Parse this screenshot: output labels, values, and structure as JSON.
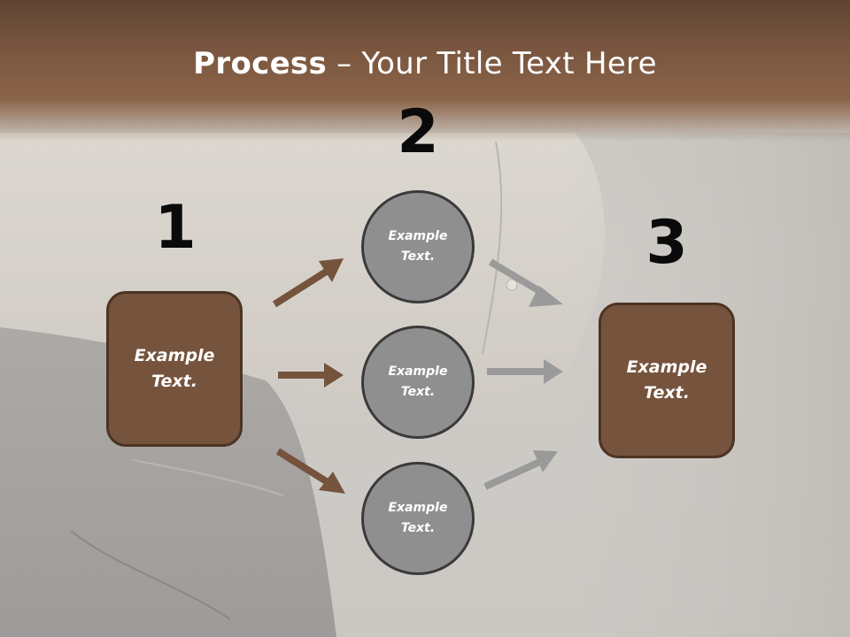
{
  "title": {
    "bold": "Process",
    "rest": " – Your Title Text Here"
  },
  "steps": [
    {
      "number": "1",
      "box_line1": "Example",
      "box_line2": "Text."
    },
    {
      "number": "2"
    },
    {
      "number": "3",
      "box_line1": "Example",
      "box_line2": "Text."
    }
  ],
  "circles": [
    {
      "line1": "Example",
      "line2": "Text."
    },
    {
      "line1": "Example",
      "line2": "Text."
    },
    {
      "line1": "Example",
      "line2": "Text."
    }
  ],
  "colors": {
    "box_fill": "#76533d",
    "box_border": "#4c3323",
    "circle_fill": "#8f8f8f",
    "circle_border": "#3a3a3a",
    "arrow_brown": "#76533d",
    "arrow_gray": "#9a9a9a",
    "header": "#7a5640"
  }
}
